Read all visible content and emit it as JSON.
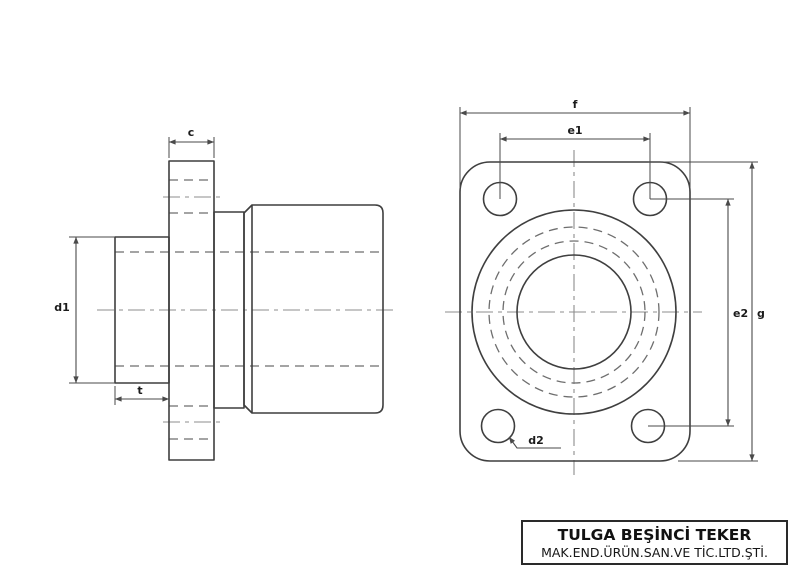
{
  "page": {
    "background": "#ffffff"
  },
  "drawing": {
    "colors": {
      "outline": "#3f3f3f",
      "hidden_line": "#6e6e6e",
      "center_line": "#8c8c8c",
      "dimension_line": "#4a4a4a",
      "label_text": "#1b1b1b"
    },
    "side_view": {
      "dim_c": "c",
      "dim_d1": "d1",
      "dim_t": "t"
    },
    "front_view": {
      "dim_f": "f",
      "dim_e1": "e1",
      "dim_e2": "e2",
      "dim_g": "g",
      "dim_d2": "d2"
    },
    "title_block": {
      "company": "TULGA BEŞİNCİ TEKER",
      "company_sub": "MAK.END.ÜRÜN.SAN.VE TİC.LTD.ŞTİ."
    }
  }
}
